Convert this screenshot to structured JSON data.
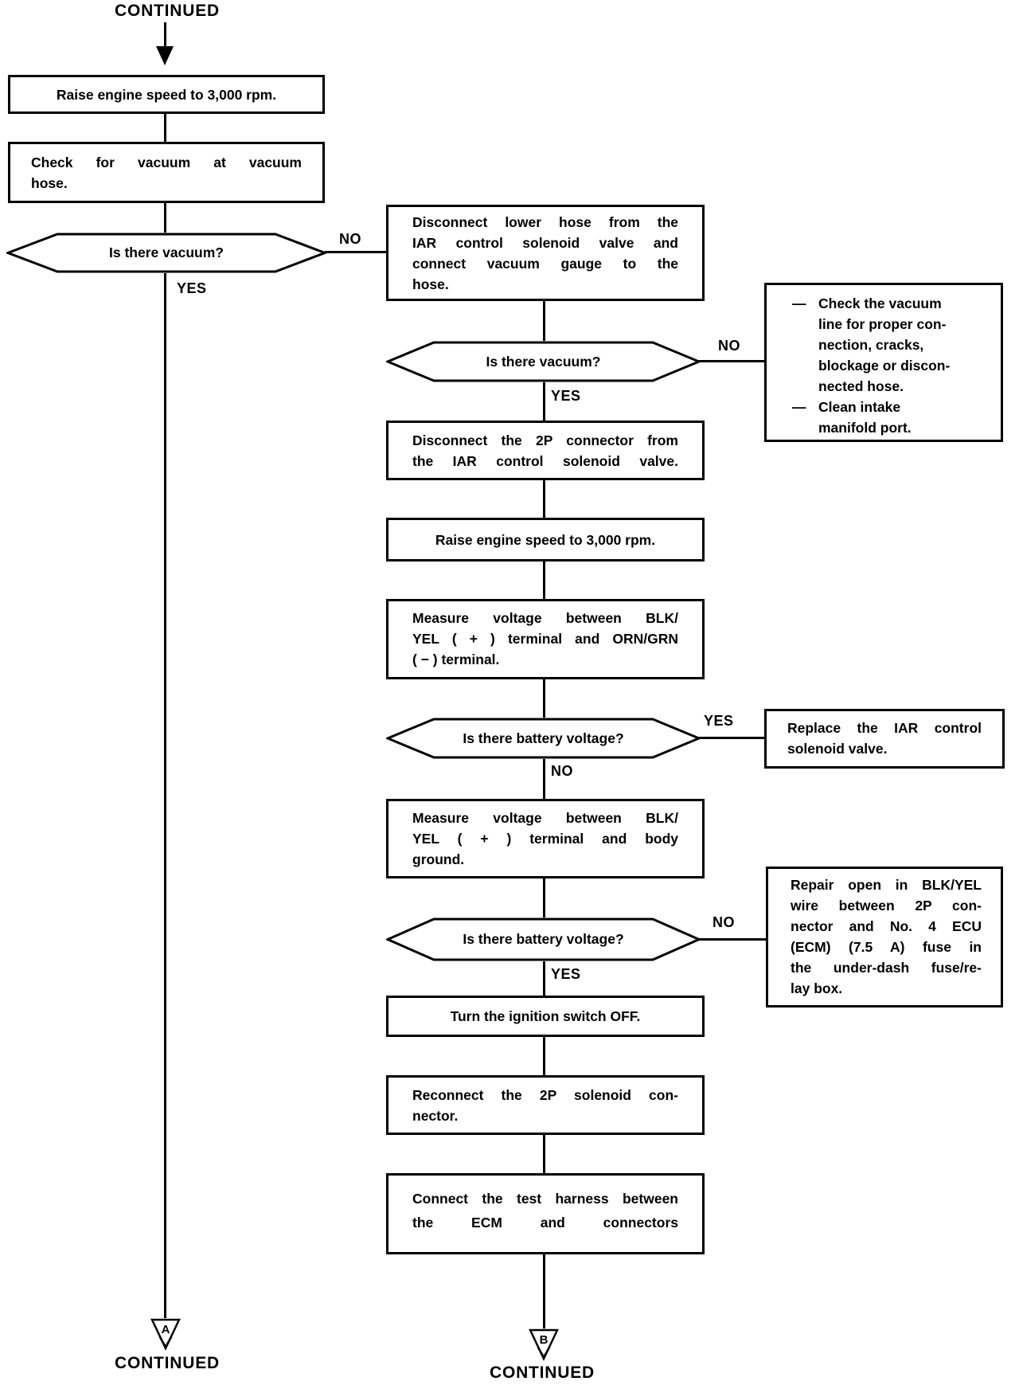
{
  "labels": {
    "yes": "YES",
    "no": "NO"
  },
  "top": {
    "continued": "CONTINUED"
  },
  "left": {
    "raise_rpm": "Raise engine speed to 3,000 rpm.",
    "check_vacuum": "Check for vacuum at vacuum\nhose.",
    "is_vacuum": "Is there vacuum?",
    "connector_letter": "A",
    "continued": "CONTINUED"
  },
  "middle": {
    "disconnect_hose": "Disconnect lower hose from the\nIAR control solenoid valve and\nconnect vacuum gauge to the\nhose.",
    "is_vacuum": "Is there vacuum?",
    "disconnect_2p": "Disconnect the 2P connector from\nthe IAR control solenoid valve.",
    "raise_rpm": "Raise engine speed to 3,000 rpm.",
    "measure_orn": "Measure voltage between BLK/\nYEL ( + ) terminal and ORN/GRN\n( − ) terminal.",
    "is_battery_1": "Is there battery voltage?",
    "measure_ground": "Measure voltage between BLK/\nYEL ( + ) terminal and body\nground.",
    "is_battery_2": "Is there battery voltage?",
    "ignition_off": "Turn the ignition switch OFF.",
    "reconnect_2p": "Reconnect the 2P solenoid con-\nnector.",
    "test_harness": "Connect the test harness between\nthe ECM and connectors",
    "connector_letter": "B",
    "continued": "CONTINUED"
  },
  "right": {
    "bullet_dash": "—",
    "check_line_item_1": "Check the vacuum\nline for proper con-\nnection, cracks,\nblockage or discon-\nnected hose.",
    "check_line_item_2": "Clean intake\nmanifold port.",
    "replace_valve": "Replace the IAR control\nsolenoid valve.",
    "repair_open": "Repair open in BLK/YEL\nwire between 2P con-\nnector and No. 4 ECU\n(ECM) (7.5 A) fuse in\nthe under-dash fuse/re-\nlay box."
  }
}
